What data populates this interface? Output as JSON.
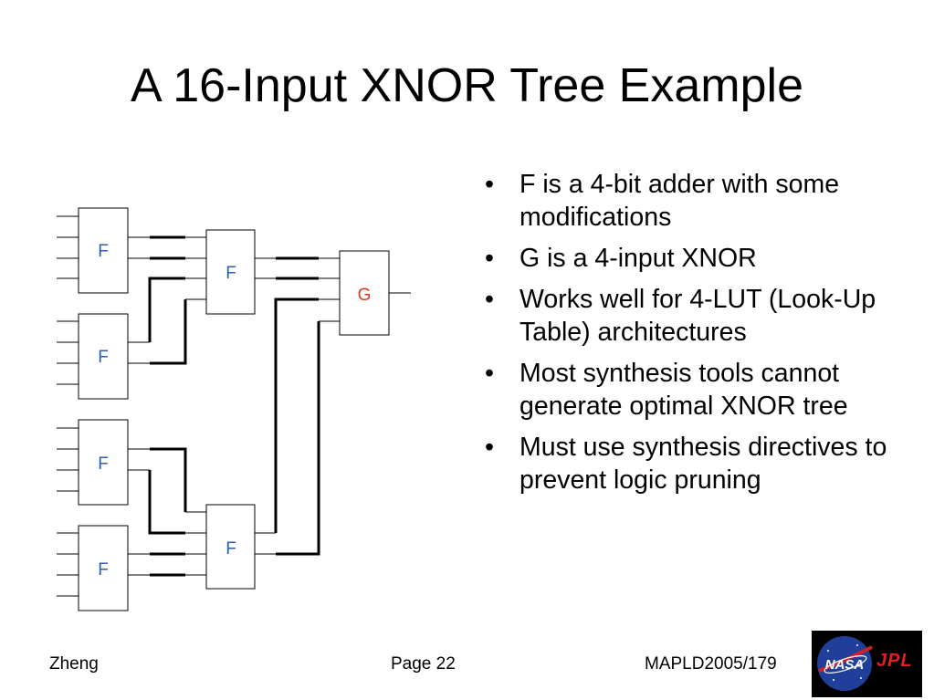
{
  "slide": {
    "title": "A 16-Input XNOR Tree Example"
  },
  "diagram": {
    "blocks": [
      {
        "label": "F",
        "color": "#2d5fa8"
      },
      {
        "label": "F",
        "color": "#2d5fa8"
      },
      {
        "label": "F",
        "color": "#2d5fa8"
      },
      {
        "label": "F",
        "color": "#2d5fa8"
      },
      {
        "label": "F",
        "color": "#2d5fa8"
      },
      {
        "label": "F",
        "color": "#2d5fa8"
      },
      {
        "label": "G",
        "color": "#e03a1e"
      }
    ]
  },
  "bullets": [
    {
      "marker": "•",
      "text": "F is a 4-bit adder with some modifications"
    },
    {
      "marker": "•",
      "text": "G is a 4-input XNOR"
    },
    {
      "marker": "•",
      "text": "Works well for 4-LUT (Look-Up Table) architectures"
    },
    {
      "marker": "•",
      "text": "Most synthesis tools cannot generate optimal XNOR tree"
    },
    {
      "marker": "•",
      "text": "Must use synthesis directives to prevent logic pruning"
    }
  ],
  "footer": {
    "author": "Zheng",
    "page": "Page 22",
    "conference": "MAPLD2005/179"
  },
  "logo": {
    "nasa": "NASA",
    "jpl": "JPL",
    "icon": "nasa-jpl-logo"
  }
}
